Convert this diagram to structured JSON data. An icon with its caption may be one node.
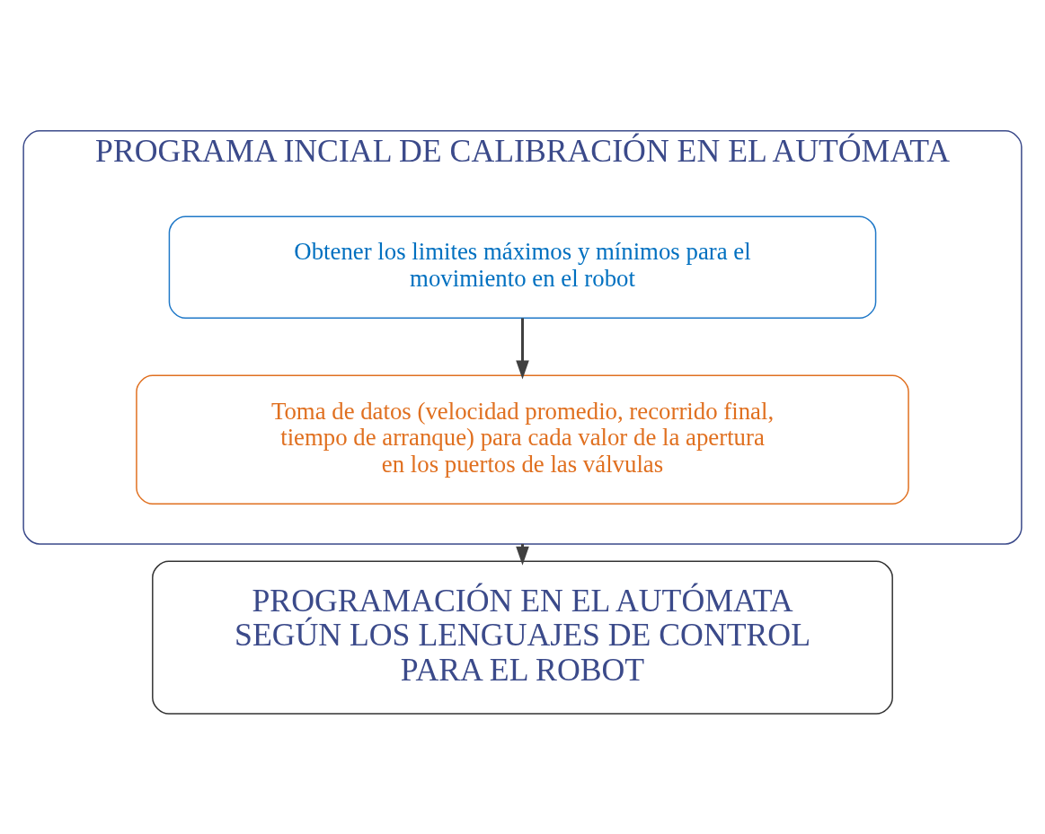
{
  "diagram": {
    "nodes": [
      {
        "text": [
          "PROGRAMA INCIAL DE CALIBRACIÓN EN EL AUTÓMATA"
        ]
      },
      {
        "text": [
          "Obtener los limites máximos y mínimos para el movimiento en el robot"
        ],
        "in": 0
      },
      {
        "text": [
          "Toma de datos (velocidad promedio, recorrido final, tiempo de arranque) para cada valor de la apertura en los puertos de las válvulas"
        ],
        "in": 0
      },
      {
        "text": [
          "PROGRAMACIÓN EN EL AUTÓMATA SEGÚN LOS LENGUAJES DE CONTROL PARA EL ROBOT"
        ]
      }
    ],
    "edges": [
      {
        "from": 1,
        "to": 2,
        "arrow": "to"
      },
      {
        "from": 0,
        "to": 3,
        "arrow": "to"
      }
    ]
  }
}
